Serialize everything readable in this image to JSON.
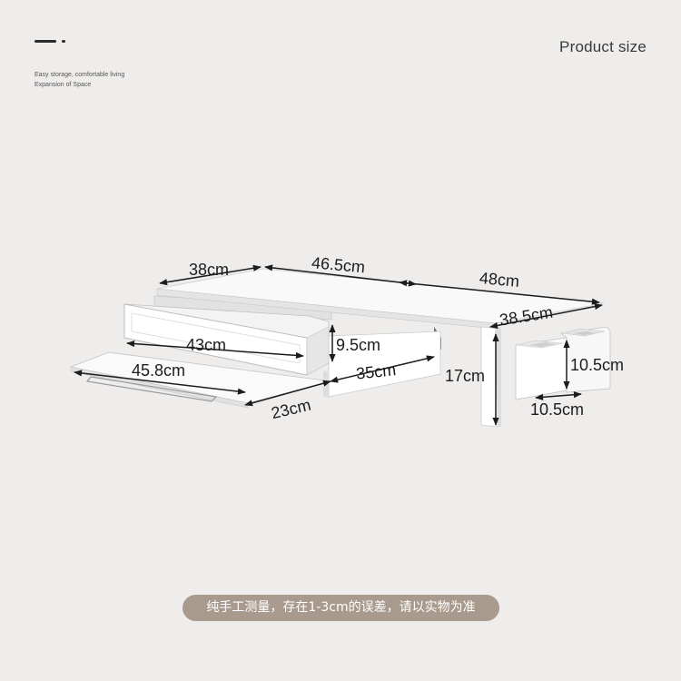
{
  "header": {
    "tagline_line1": "Easy storage, comfortable living",
    "tagline_line2": "Expansion of Space",
    "title": "Product size"
  },
  "dimensions": {
    "shelf_left_depth": "38cm",
    "shelf_middle_width": "46.5cm",
    "shelf_right_width": "48cm",
    "shelf_depth": "38.5cm",
    "drawer_width": "43cm",
    "drawer_height": "9.5cm",
    "keyboard_tray_width": "45.8cm",
    "keyboard_tray_depth": "23cm",
    "side_panel_depth": "35cm",
    "stand_height": "17cm",
    "pen_holder_height": "10.5cm",
    "pen_holder_width": "10.5cm"
  },
  "footer": {
    "note": "纯手工测量，存在1-3cm的误差，请以实物为准"
  },
  "colors": {
    "background": "#efedeb",
    "pill": "#a89a8c"
  }
}
